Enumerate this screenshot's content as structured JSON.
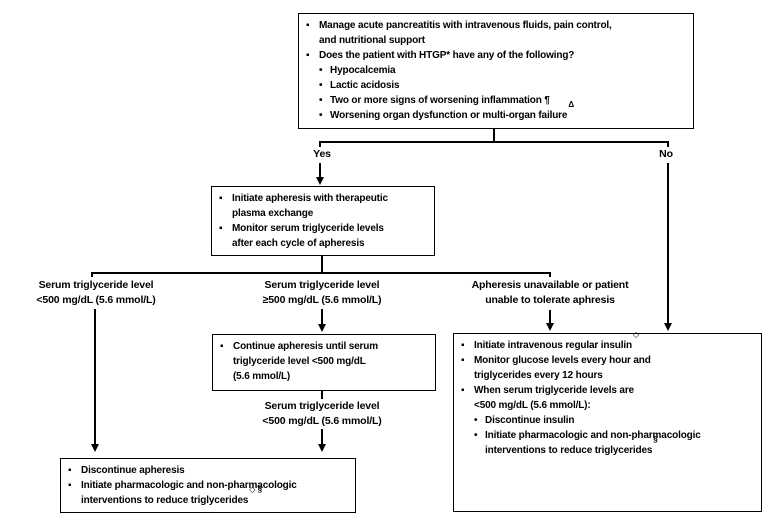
{
  "glyphs": {
    "square": "▪",
    "dot": "•"
  },
  "decision": {
    "yes": "Yes",
    "no": "No"
  },
  "boxes": {
    "top": {
      "lines": [
        {
          "b": "sq",
          "t": "Manage acute pancreatitis with intravenous fluids, pain control,"
        },
        {
          "b": "",
          "t": "and nutritional support"
        },
        {
          "b": "sq",
          "t": "Does the patient with HTGP* have any of the following?"
        },
        {
          "b": "dot",
          "t": "Hypocalcemia"
        },
        {
          "b": "dot",
          "t": "Lactic acidosis"
        },
        {
          "b": "dot",
          "t": "Two or more signs of worsening inflammation ¶"
        },
        {
          "b": "dot",
          "t": "Worsening organ dysfunction or multi-organ failure",
          "s": "Δ"
        }
      ]
    },
    "apheresis": {
      "lines": [
        {
          "b": "sq",
          "t": "Initiate apheresis with therapeutic"
        },
        {
          "b": "",
          "t": "plasma exchange"
        },
        {
          "b": "sq",
          "t": "Monitor serum triglyceride levels"
        },
        {
          "b": "",
          "t": "after each cycle of apheresis"
        }
      ]
    },
    "continue": {
      "lines": [
        {
          "b": "sq",
          "t": "Continue apheresis until serum"
        },
        {
          "b": "",
          "t": "triglyceride level <500 mg/dL"
        },
        {
          "b": "",
          "t": "(5.6 mmol/L)"
        }
      ]
    },
    "discontinue": {
      "lines": [
        {
          "b": "sq",
          "t": "Discontinue apheresis"
        },
        {
          "b": "sq",
          "t": "Initiate pharmacologic and non-pharmacologic"
        },
        {
          "b": "",
          "t": "interventions to reduce triglycerides",
          "s": "◇ §"
        }
      ]
    },
    "insulin": {
      "lines": [
        {
          "b": "sq",
          "t": "Initiate intravenous regular insulin",
          "s": "◇"
        },
        {
          "b": "sq",
          "t": "Monitor glucose levels every hour and"
        },
        {
          "b": "",
          "t": "triglycerides every 12 hours"
        },
        {
          "b": "sq",
          "t": "When serum triglyceride levels are"
        },
        {
          "b": "",
          "t": "<500 mg/dL (5.6 mmol/L):"
        },
        {
          "b": "dot",
          "t": "Discontinue insulin"
        },
        {
          "b": "dot",
          "t": "Initiate pharmacologic and non-pharmacologic"
        },
        {
          "b": "",
          "t": "interventions to reduce triglycerides",
          "s": "§"
        }
      ]
    }
  },
  "labels": {
    "branch_left": {
      "l1": "Serum triglyceride level",
      "l2": "<500 mg/dL (5.6 mmol/L)"
    },
    "branch_mid": {
      "l1": "Serum triglyceride level",
      "l2": "≥500 mg/dL (5.6 mmol/L)"
    },
    "branch_right": {
      "l1": "Apheresis unavailable or patient",
      "l2": "unable to tolerate aphresis"
    },
    "recheck": {
      "l1": "Serum triglyceride level",
      "l2": "<500 mg/dL (5.6 mmol/L)"
    }
  },
  "colors": {
    "line": "#000000",
    "text": "#000000",
    "background": "#ffffff"
  }
}
